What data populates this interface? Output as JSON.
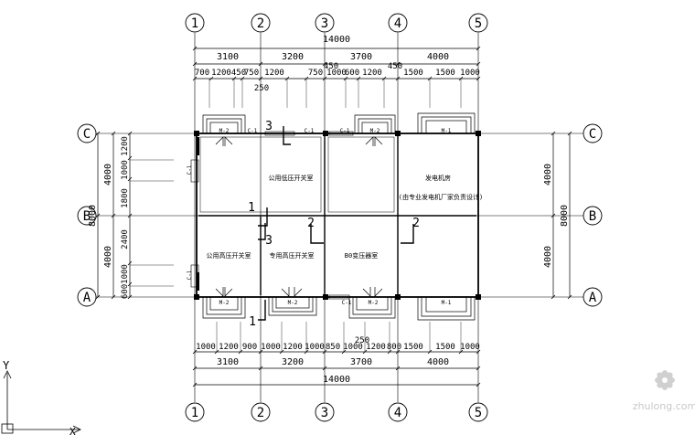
{
  "axes": {
    "columns": [
      "1",
      "2",
      "3",
      "4",
      "5"
    ],
    "rows": [
      "C",
      "B",
      "A"
    ]
  },
  "dimensions": {
    "top_total": "14000",
    "top_bays": [
      "3100",
      "3200",
      "3700",
      "4000"
    ],
    "top_details": [
      "700",
      "1200",
      "450",
      "750",
      "1200",
      "750",
      "450",
      "1000",
      "600",
      "1200",
      "450",
      "1500",
      "1500",
      "1000"
    ],
    "top_extra": "250",
    "bottom_total": "14000",
    "bottom_bays": [
      "3100",
      "3200",
      "3700",
      "4000"
    ],
    "bottom_details": [
      "1000",
      "1200",
      "900",
      "1000",
      "1200",
      "1000",
      "850",
      "1000",
      "1200",
      "800",
      "1500",
      "1500",
      "1000"
    ],
    "bottom_extra": "250",
    "left_total": "8000",
    "left_bays": [
      "4000",
      "4000"
    ],
    "left_details": [
      "1200",
      "1000",
      "1800",
      "2400",
      "1000",
      "600"
    ],
    "right_total": "8000",
    "right_bays": [
      "4000",
      "4000"
    ]
  },
  "rooms": {
    "high_voltage_public_top": "公用低压开关室",
    "generator_room": "发电机房",
    "generator_note": "(由专业发电机厂家负责设计)",
    "low_voltage_public": "公用高压开关室",
    "low_voltage_private": "专用高压开关室",
    "transformer_room": "B0变压器室"
  },
  "doors": {
    "m1": "M-1",
    "m2": "M-2",
    "c1": "C-1"
  },
  "sections": [
    "1",
    "2",
    "3"
  ],
  "coord": {
    "y_label": "Y",
    "x_label": "X"
  },
  "watermark": "zhulong.com"
}
